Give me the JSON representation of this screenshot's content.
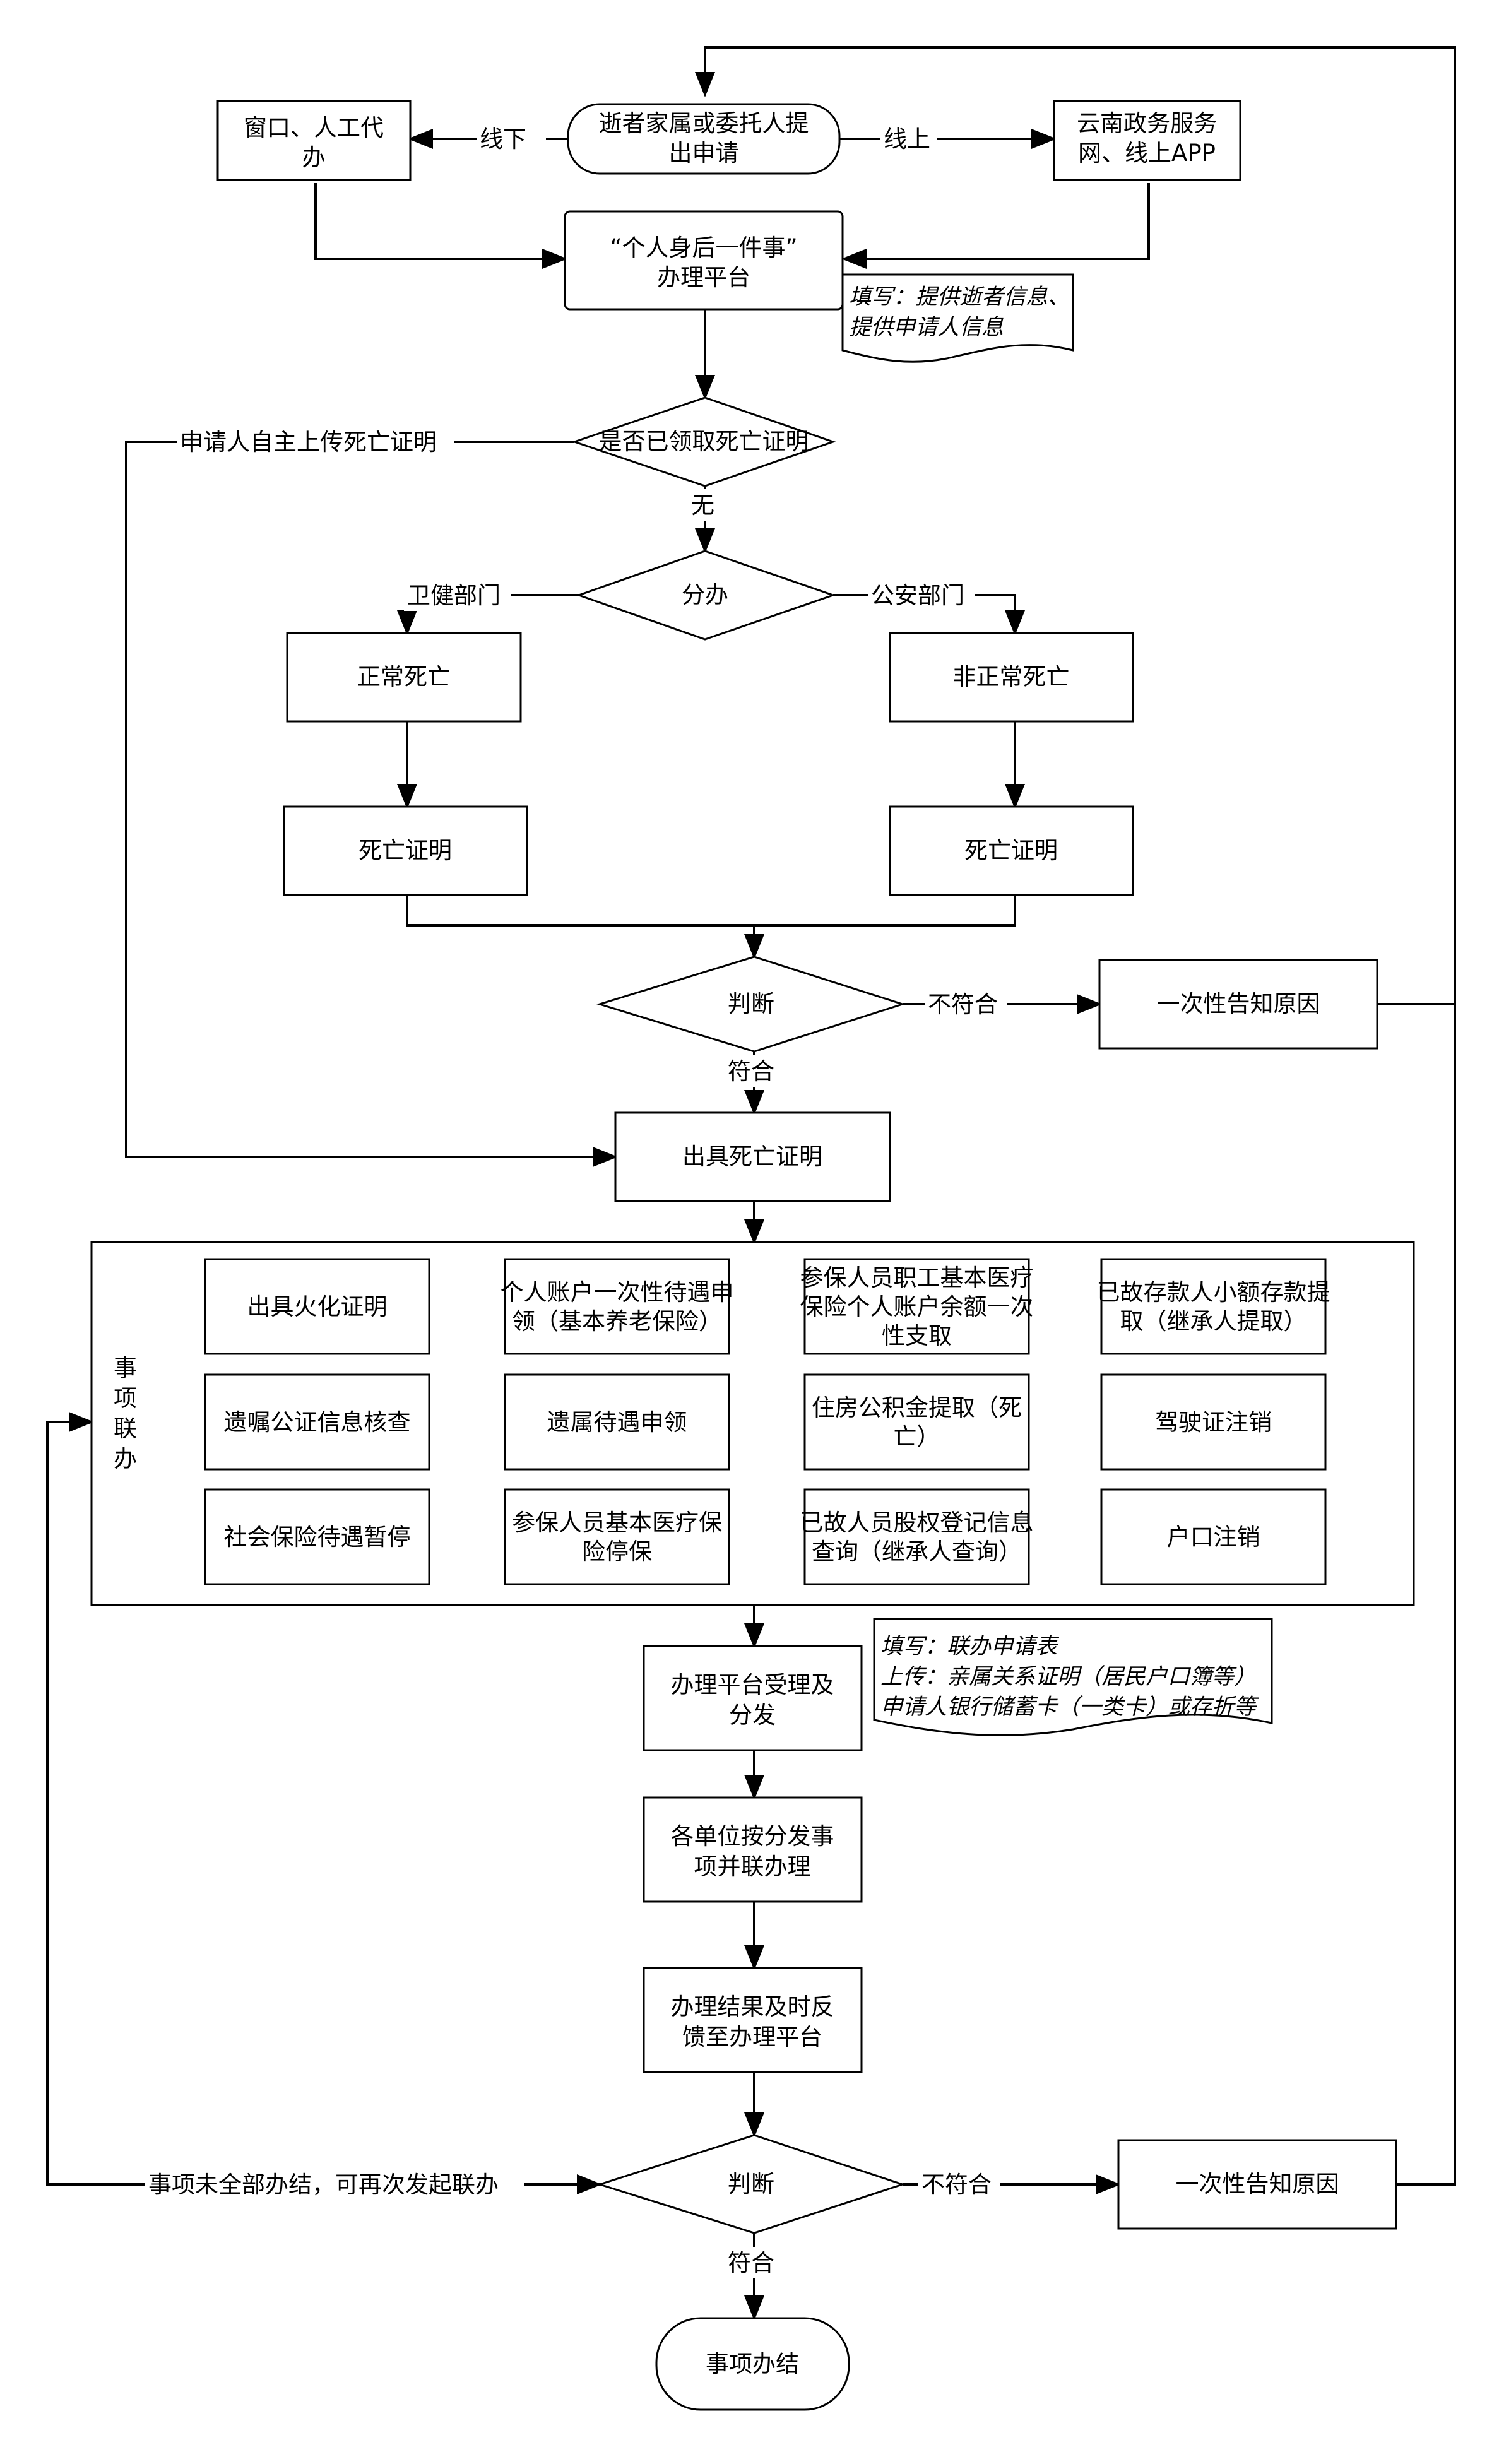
{
  "nodes": {
    "applicant": [
      "逝者家属或委托人提",
      "出申请"
    ],
    "window": [
      "窗口、人工代",
      "办"
    ],
    "online": [
      "云南政务服务",
      "网、线上APP"
    ],
    "platform": [
      "“个人身后一件事”",
      "办理平台"
    ],
    "note1": [
      "填写：提供逝者信息、",
      "提供申请人信息"
    ],
    "has_cert": [
      "是否已领取死亡证明"
    ],
    "split": [
      "分办"
    ],
    "normal": [
      "正常死亡"
    ],
    "abnormal": [
      "非正常死亡"
    ],
    "cert_left": [
      "死亡证明"
    ],
    "cert_right": [
      "死亡证明"
    ],
    "judge1": [
      "判断"
    ],
    "reason1": [
      "一次性告知原因"
    ],
    "issue_cert": [
      "出具死亡证明"
    ],
    "joint_title": [
      "事",
      "项",
      "联",
      "办"
    ],
    "grid": [
      [
        "出具火化证明"
      ],
      [
        "个人账户一次性待遇申",
        "领（基本养老保险）"
      ],
      [
        "参保人员职工基本医疗",
        "保险个人账户余额一次",
        "性支取"
      ],
      [
        "已故存款人小额存款提",
        "取（继承人提取）"
      ],
      [
        "遗嘱公证信息核查"
      ],
      [
        "遗属待遇申领"
      ],
      [
        "住房公积金提取（死",
        "亡）"
      ],
      [
        "驾驶证注销"
      ],
      [
        "社会保险待遇暂停"
      ],
      [
        "参保人员基本医疗保",
        "险停保"
      ],
      [
        "已故人员股权登记信息",
        "查询（继承人查询）"
      ],
      [
        "户口注销"
      ]
    ],
    "note2": [
      "填写：联办申请表",
      "上传：亲属关系证明（居民户口簿等）",
      "申请人银行储蓄卡（一类卡）或存折等"
    ],
    "accept": [
      "办理平台受理及",
      "分发"
    ],
    "units": [
      "各单位按分发事",
      "项并联办理"
    ],
    "feedback": [
      "办理结果及时反",
      "馈至办理平台"
    ],
    "judge2": [
      "判断"
    ],
    "reason2": [
      "一次性告知原因"
    ],
    "done": [
      "事项办结"
    ]
  },
  "edge_labels": {
    "offline": "线下",
    "online": "线上",
    "self_upload": "申请人自主上传死亡证明",
    "none": "无",
    "health_dept": "卫健部门",
    "police_dept": "公安部门",
    "not_ok_1": "不符合",
    "ok_1": "符合",
    "retry": "事项未全部办结，可再次发起联办",
    "not_ok_2": "不符合",
    "ok_2": "符合"
  }
}
